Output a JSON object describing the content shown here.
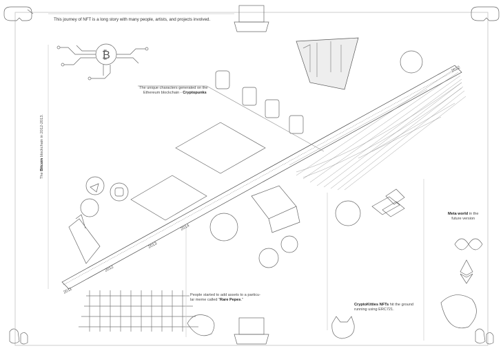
{
  "title": "This journey of NFT is a long story with many people, artists, and projects involved.",
  "bitcoin_note": {
    "prefix": "The ",
    "bold": "Bitcoin",
    "suffix": " blockchain in 2012-2013."
  },
  "cryptopunks_note": {
    "line1": "The unique characters generated on the",
    "line2_prefix": "Ethereum blockchain - ",
    "bold": "Cryptopunks"
  },
  "rarepepes_note": {
    "line1": "People started to add assets to a particu-",
    "line2_prefix": "lar meme called \"",
    "bold": "Rare Pepes",
    "line2_suffix": ".\""
  },
  "cryptokitties_note": {
    "bold": "CryptoKitties NFTs",
    "line1_suffix": " hit the ground",
    "line2": "running using ERC721."
  },
  "meta_note": {
    "bold": "Meta world",
    "line1_suffix": " in the",
    "line2": "future version"
  },
  "years": [
    "2011",
    "2012",
    "2013",
    "2014",
    "2022"
  ],
  "colors": {
    "line": "#555555",
    "light": "#999999",
    "frame": "#bbbbbb"
  }
}
